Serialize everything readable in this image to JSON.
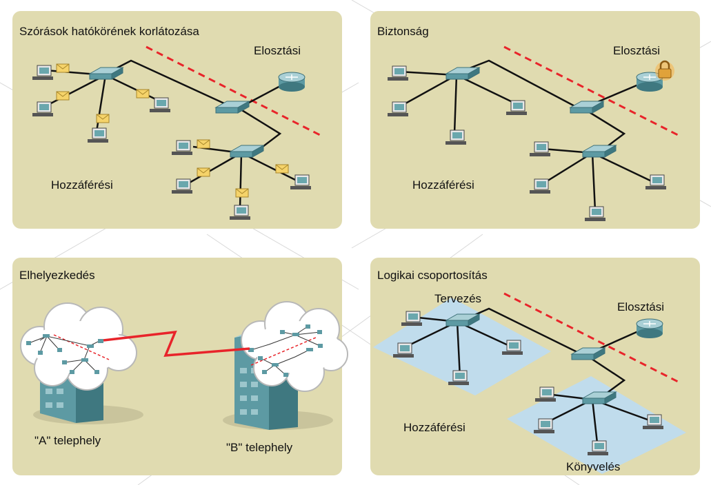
{
  "panels": [
    {
      "title": "Szórások hatókörének korlátozása",
      "distribution": "Elosztási",
      "access": "Hozzáférési"
    },
    {
      "title": "Biztonság",
      "distribution": "Elosztási",
      "access": "Hozzáférési"
    },
    {
      "title": "Elhelyezkedés",
      "site_a": "\"A\"  telephely",
      "site_b": "\"B\" telephely"
    },
    {
      "title": "Logikai csoportosítás",
      "distribution": "Elosztási",
      "access": "Hozzáférési",
      "group_top": "Tervezés",
      "group_bottom": "Könyvelés"
    }
  ],
  "colors": {
    "panel": "#e0dbb0",
    "divider": "#e8242a",
    "wan_link": "#e8242a",
    "group_area": "#bcdcf3",
    "device": "#5d9aa3"
  }
}
